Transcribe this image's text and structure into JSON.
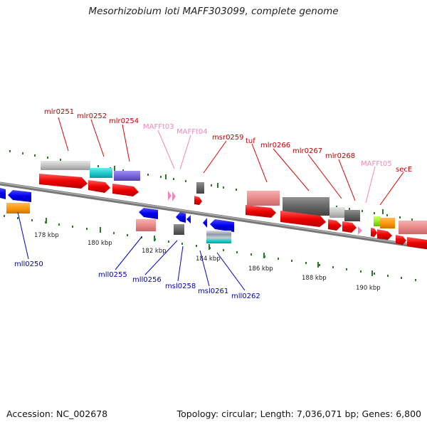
{
  "title": "Mesorhizobium loti MAFF303099, complete genome",
  "footer": {
    "accession": "Accession: NC_002678",
    "topology": "Topology: circular; Length: 7,036,071 bp; Genes: 6,800"
  },
  "colors": {
    "label_forward": "#c00000",
    "label_reverse": "#0000aa",
    "label_rna": "#ee88bb",
    "backbone": "#8a8a8a",
    "tick": "#2a7a2a"
  },
  "kbp_ticks": [
    "178 kbp",
    "180 kbp",
    "182 kbp",
    "184 kbp",
    "186 kbp",
    "188 kbp",
    "190 kbp"
  ],
  "forward_labels": [
    "mlr0251",
    "mlr0252",
    "mlr0254",
    "MAFFt03",
    "MAFFt04",
    "msr0259",
    "tuf",
    "mlr0266",
    "mlr0267",
    "mlr0268",
    "MAFFt05",
    "secE"
  ],
  "reverse_labels": [
    "mll0250",
    "mll0255",
    "mll0256",
    "msl0258",
    "msl0261",
    "mll0262"
  ]
}
